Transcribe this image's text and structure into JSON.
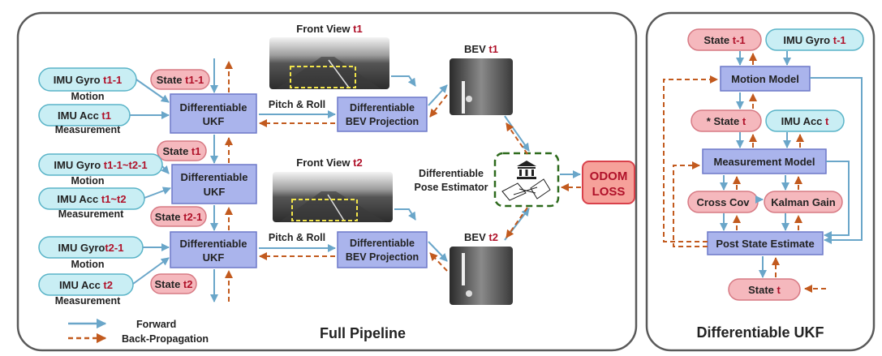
{
  "colors": {
    "forward": "#6aa6c9",
    "backprop": "#c25a1e",
    "ukf_fill": "#aab4ec",
    "ukf_stroke": "#6d78c8",
    "state_fill": "#f5b8bd",
    "state_stroke": "#d77a84",
    "imu_fill": "#c9eef4",
    "imu_stroke": "#5ab4c8",
    "accent_red": "#b0122a",
    "odom_fill": "#f6a19a",
    "odom_stroke": "#d9414b",
    "pose_border": "#2d6a1c",
    "panel_stroke": "#5a5a5a"
  },
  "pipeline": {
    "title": "Full Pipeline",
    "rows": [
      {
        "state_in": {
          "base": "State ",
          "acc": "t1-1"
        },
        "gyro": {
          "base": "IMU Gyro ",
          "acc": "t1-1"
        },
        "motion": "Motion",
        "acc": {
          "base": "IMU Acc ",
          "acc": "t1"
        },
        "measurement": "Measurement",
        "ukf": [
          "Differentiable",
          "UKF"
        ],
        "pitch_roll": "Pitch & Roll",
        "bev_proj": [
          "Differentiable",
          "BEV Projection"
        ]
      },
      {
        "state_in": {
          "base": "State ",
          "acc": "t1"
        },
        "gyro": {
          "base": "IMU Gyro ",
          "acc": "t1-1~t2-1"
        },
        "motion": "Motion",
        "acc": {
          "base": "IMU Acc ",
          "acc": "t1~t2"
        },
        "measurement": "Measurement",
        "ukf": [
          "Differentiable",
          "UKF"
        ]
      },
      {
        "state_in": {
          "base": "State ",
          "acc": "t2-1"
        },
        "gyro": {
          "base": "IMU Gyro",
          "acc": "t2-1"
        },
        "motion": "Motion",
        "acc": {
          "base": "IMU Acc ",
          "acc": "t2"
        },
        "measurement": "Measurement",
        "ukf": [
          "Differentiable",
          "UKF"
        ],
        "state_out": {
          "base": "State ",
          "acc": "t2"
        },
        "pitch_roll": "Pitch & Roll",
        "bev_proj": [
          "Differentiable",
          "BEV Projection"
        ]
      }
    ],
    "front_view_1": {
      "base": "Front View ",
      "acc": "t1"
    },
    "front_view_2": {
      "base": "Front View ",
      "acc": "t2"
    },
    "bev_1": {
      "base": "BEV ",
      "acc": "t1"
    },
    "bev_2": {
      "base": "BEV ",
      "acc": "t2"
    },
    "pose_estimator": [
      "Differentiable",
      "Pose Estimator"
    ],
    "odom_loss": [
      "ODOM",
      "LOSS"
    ],
    "legend": {
      "forward": "Forward",
      "backprop": "Back-Propagation"
    }
  },
  "ukf_panel": {
    "title": "Differentiable UKF",
    "state_prev": {
      "base": "State ",
      "acc": "t-1"
    },
    "gyro_prev": {
      "base": "IMU Gyro ",
      "acc": "t-1"
    },
    "motion_model": "Motion Model",
    "pred_state": {
      "base": "* State ",
      "acc": "t"
    },
    "imu_acc": {
      "base": "IMU Acc ",
      "acc": "t"
    },
    "measurement_model": "Measurement Model",
    "cross_cov": "Cross Cov",
    "kalman_gain": "Kalman Gain",
    "post_state": "Post State Estimate",
    "state_out": {
      "base": "State ",
      "acc": "t"
    }
  }
}
